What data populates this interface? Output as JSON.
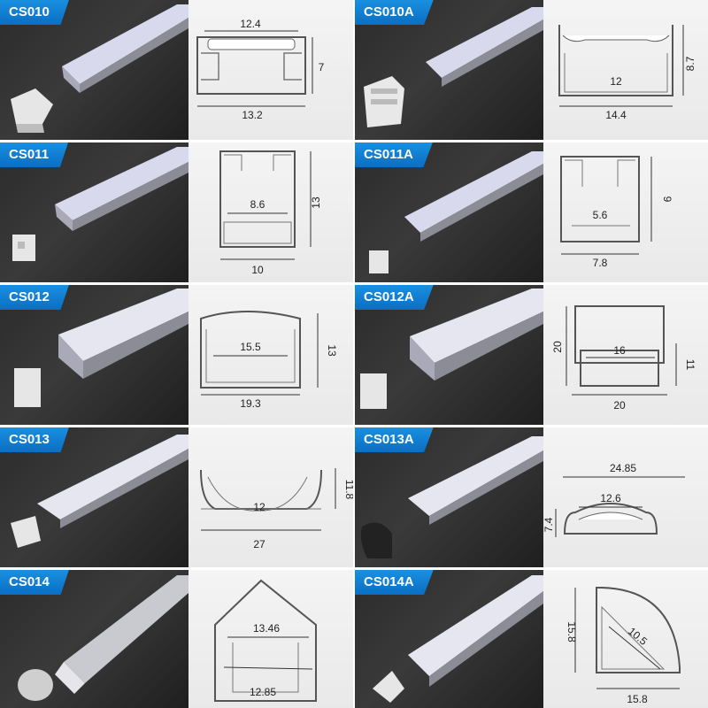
{
  "products": [
    {
      "code": "CS010",
      "dims": [
        "12.4",
        "7",
        "13.2"
      ]
    },
    {
      "code": "CS010A",
      "dims": [
        "8.7",
        "12",
        "14.4"
      ]
    },
    {
      "code": "CS011",
      "dims": [
        "8.6",
        "13",
        "10"
      ]
    },
    {
      "code": "CS011A",
      "dims": [
        "9",
        "5.6",
        "7.8"
      ]
    },
    {
      "code": "CS012",
      "dims": [
        "15.5",
        "13",
        "19.3"
      ]
    },
    {
      "code": "CS012A",
      "dims": [
        "20",
        "16",
        "11",
        "20"
      ]
    },
    {
      "code": "CS013",
      "dims": [
        "11.8",
        "12",
        "27"
      ]
    },
    {
      "code": "CS013A",
      "dims": [
        "24.85",
        "12.6",
        "7.4"
      ]
    },
    {
      "code": "CS014",
      "dims": [
        "13.46",
        "12.85"
      ]
    },
    {
      "code": "CS014A",
      "dims": [
        "15.8",
        "10.5",
        "15.8"
      ]
    }
  ],
  "colors": {
    "tag": "#0a6fc4",
    "photo_bg": "#2b2b2b",
    "drawing_bg": "#efefef",
    "line": "#555555"
  }
}
